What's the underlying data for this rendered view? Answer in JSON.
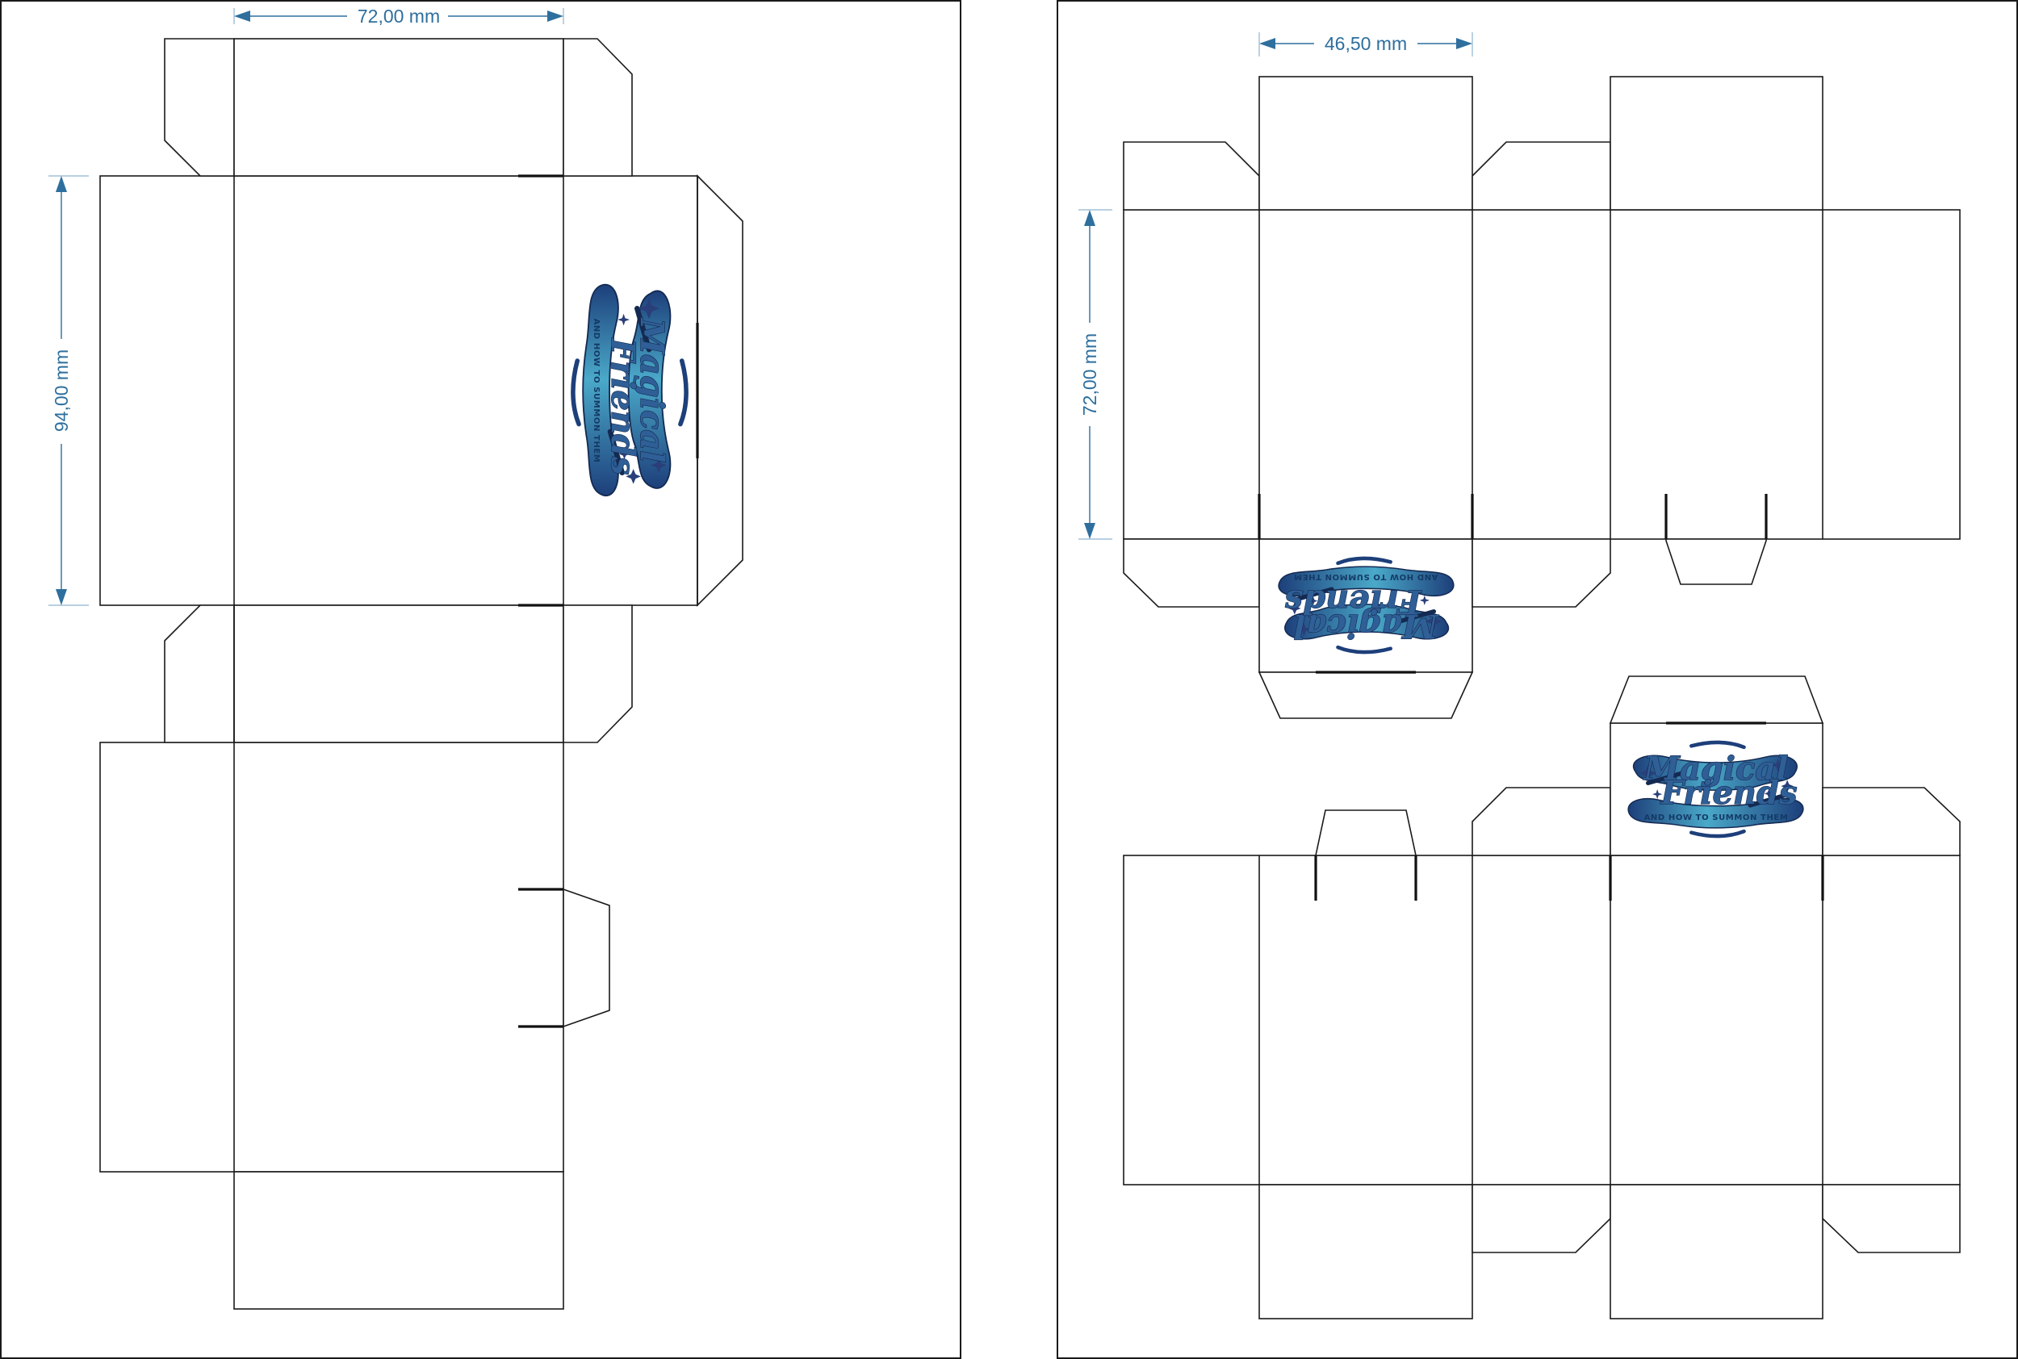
{
  "dimensions": {
    "left_width": "72,00 mm",
    "left_height": "94,00 mm",
    "right_width": "46,50 mm",
    "right_height": "72,00 mm"
  },
  "logo": {
    "title_line1": "Magical",
    "title_line2": "Friends",
    "subtitle": "AND HOW TO SUMMON THEM"
  },
  "colors": {
    "dimension": "#2e6f9e",
    "logo_primary": "#2f5f96",
    "logo_ribbon": "#4aa9c9",
    "logo_dark": "#142a52",
    "outline": "#1a1a1a"
  }
}
